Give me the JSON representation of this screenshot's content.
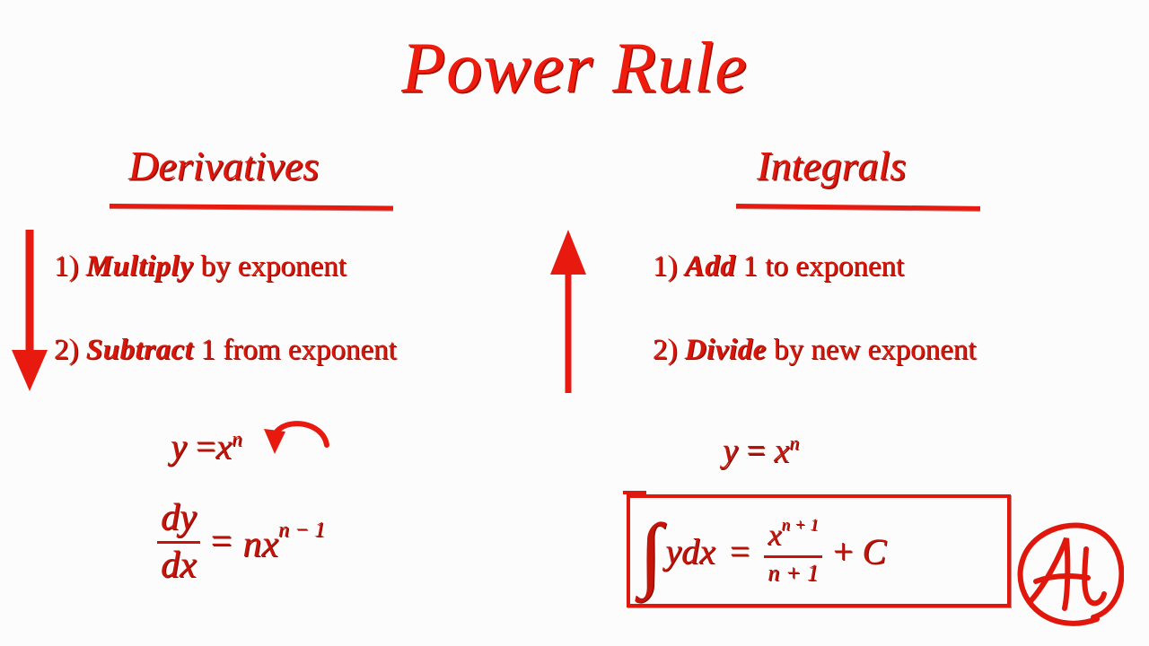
{
  "page": {
    "title": "Power Rule",
    "background_color": "#fcfcfc",
    "accent_color": "#e0170c",
    "shadow_color": "#8e0d05"
  },
  "columns": {
    "derivatives": {
      "heading": "Derivatives",
      "steps": [
        {
          "number": "1)",
          "emphasis": "Multiply",
          "rest": "by exponent"
        },
        {
          "number": "2)",
          "emphasis": "Subtract",
          "rest": "1 from exponent"
        }
      ],
      "arrow": {
        "name": "down-arrow",
        "direction": "down",
        "color": "#e8190e"
      },
      "formulas": {
        "given": {
          "lhs": "y",
          "eq": "=",
          "base": "x",
          "exponent": "n"
        },
        "result": {
          "frac_top": "dy",
          "frac_bottom": "dx",
          "eq": "=",
          "coefficient": "n",
          "base": "x",
          "exponent": "n − 1"
        },
        "curved_arrow_note": "arrow from exponent down to coefficient"
      }
    },
    "integrals": {
      "heading": "Integrals",
      "steps": [
        {
          "number": "1)",
          "emphasis": "Add",
          "rest": "1 to exponent"
        },
        {
          "number": "2)",
          "emphasis": "Divide",
          "rest": "by new exponent"
        }
      ],
      "arrow": {
        "name": "up-arrow",
        "direction": "up",
        "color": "#e8190e"
      },
      "formulas": {
        "given": {
          "lhs": "y",
          "eq": "=",
          "base": "x",
          "exponent": "n"
        },
        "result": {
          "integral_sign": "∫",
          "integrand": "ydx",
          "eq": "=",
          "frac_top_base": "x",
          "frac_top_exponent": "n + 1",
          "frac_bottom": "n + 1",
          "plus": "+",
          "constant": "C"
        }
      }
    }
  },
  "logo": {
    "name": "at-monogram-logo",
    "text": "At",
    "color": "#e0170c"
  }
}
